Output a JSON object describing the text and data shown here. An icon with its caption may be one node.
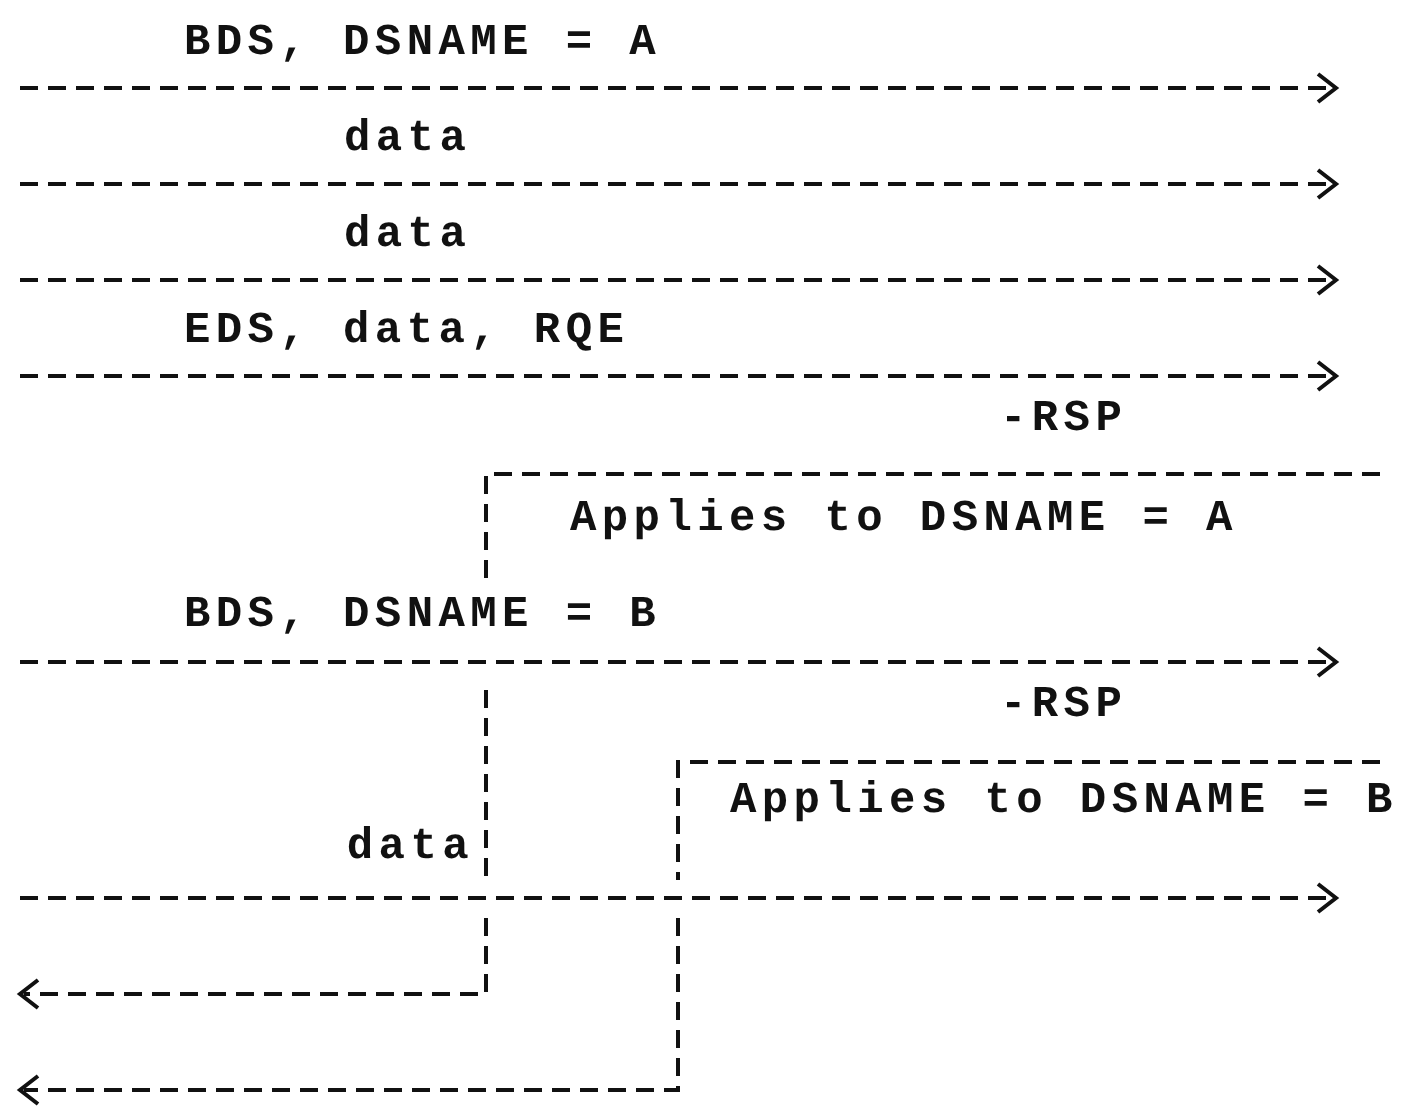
{
  "diagram": {
    "labels": [
      "BDS, DSNAME = A",
      "data",
      "data",
      "EDS, data, RQE",
      "-RSP",
      "Applies to DSNAME = A",
      "BDS, DSNAME = B",
      "-RSP",
      "Applies to DSNAME = B",
      "data"
    ]
  }
}
